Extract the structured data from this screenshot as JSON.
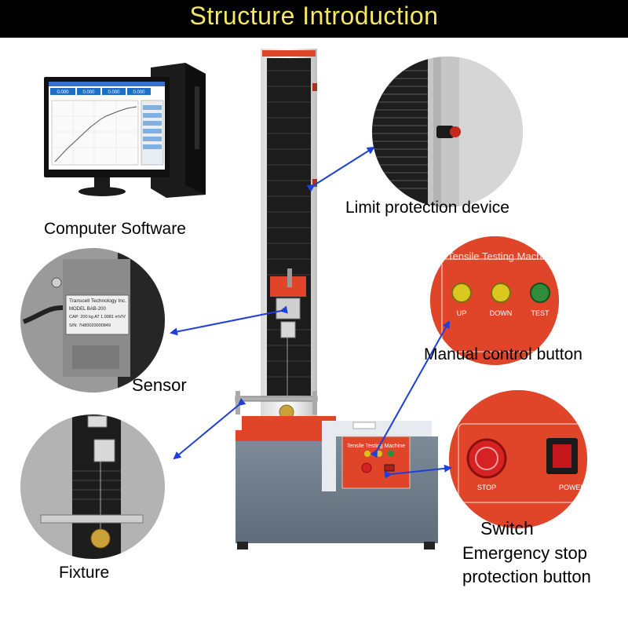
{
  "header": {
    "title": "Structure Introduction"
  },
  "labels": {
    "computer_software": "Computer Software",
    "limit_protection": "Limit protection device",
    "sensor": "Sensor",
    "manual_control": "Manual control button",
    "fixture": "Fixture",
    "switch": "Switch",
    "emergency_line1": "Emergency stop",
    "emergency_line2": "protection button"
  },
  "software_screen": {
    "readouts": [
      "0.000",
      "0.000",
      "0.000",
      "0.000"
    ]
  },
  "sensor_plate": {
    "brand": "Transcell Technology Inc.",
    "model": "MODEL BAB-200",
    "cap": "CAP: 200 kg AT 1.9981 mV/V",
    "serial": "S/N: 7H80020000849"
  },
  "control_panel": {
    "title": "Tensile Testing Machine",
    "up": "UP",
    "down": "DOWN",
    "test": "TEST",
    "stop": "STOP",
    "power": "POWER"
  },
  "colors": {
    "header_bg": "#000000",
    "header_text": "#f5e663",
    "arrow": "#1f3fd9",
    "machine_red": "#e0452a",
    "machine_grey": "#6f7f8f"
  },
  "icons": [
    "arrow-icon",
    "up-button-icon",
    "down-button-icon",
    "test-button-icon",
    "stop-button-icon",
    "power-switch-icon"
  ]
}
